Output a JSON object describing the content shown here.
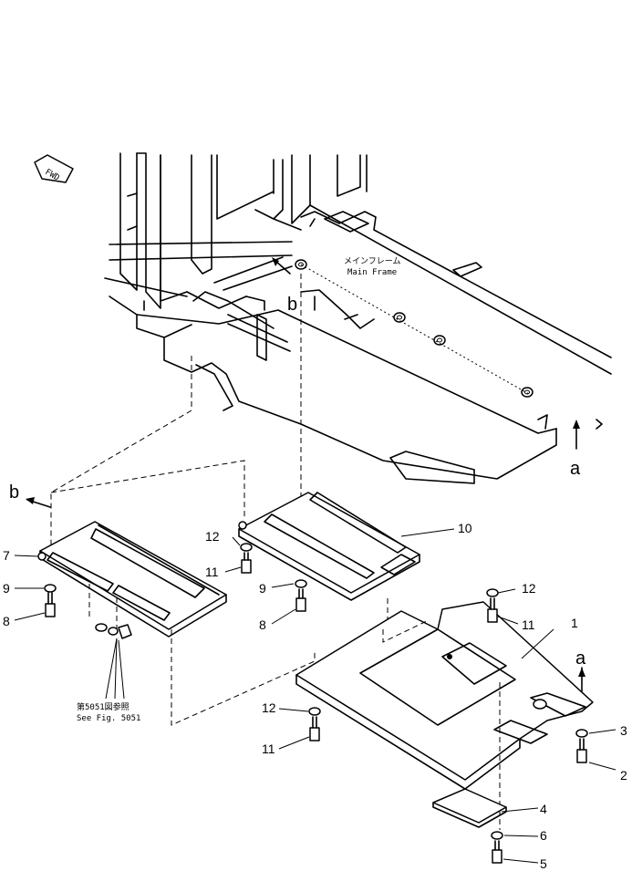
{
  "diagram": {
    "fwd_label": "FWD",
    "main_frame": {
      "jp": "メインフレーム",
      "en": "Main Frame"
    },
    "see_fig": {
      "jp": "第5051図参照",
      "en": "See Fig. 5051"
    },
    "view_arrows": {
      "a": "a",
      "b": "b"
    },
    "callouts": [
      {
        "id": "1",
        "label": "1"
      },
      {
        "id": "2",
        "label": "2"
      },
      {
        "id": "3",
        "label": "3"
      },
      {
        "id": "4",
        "label": "4"
      },
      {
        "id": "5",
        "label": "5"
      },
      {
        "id": "6",
        "label": "6"
      },
      {
        "id": "7",
        "label": "7"
      },
      {
        "id": "8a",
        "label": "8"
      },
      {
        "id": "8b",
        "label": "8"
      },
      {
        "id": "9a",
        "label": "9"
      },
      {
        "id": "9b",
        "label": "9"
      },
      {
        "id": "10",
        "label": "10"
      },
      {
        "id": "11a",
        "label": "11"
      },
      {
        "id": "11b",
        "label": "11"
      },
      {
        "id": "11c",
        "label": "11"
      },
      {
        "id": "12a",
        "label": "12"
      },
      {
        "id": "12b",
        "label": "12"
      },
      {
        "id": "12c",
        "label": "12"
      }
    ]
  }
}
